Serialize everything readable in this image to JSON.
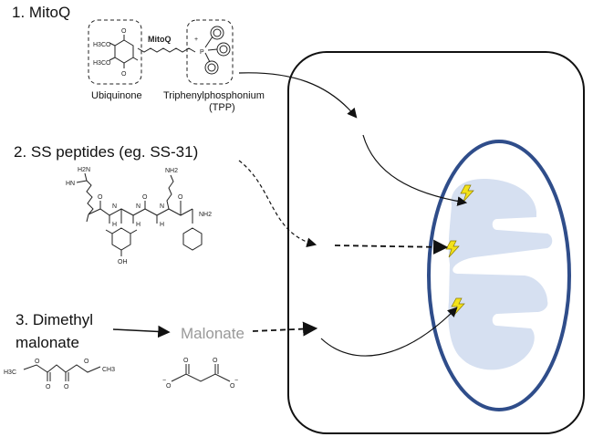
{
  "labels": {
    "mitoq_heading": "1. MitoQ",
    "mitoq_linker": "MitoQ",
    "ubiquinone": "Ubiquinone",
    "tpp_line1": "Triphenylphosphonium",
    "tpp_line2": "(TPP)",
    "ss_heading": "2. SS peptides (eg. SS-31)",
    "dm_line1": "3. Dimethyl",
    "dm_line2": "malonate",
    "malonate": "Malonate"
  },
  "chem_text": {
    "h3co_top": "H3CO",
    "h3co_bottom": "H3CO",
    "o_top": "O",
    "o_bottom": "O",
    "p_plus": "+",
    "p": "P",
    "nh2_top": "NH2",
    "nh2_right": "NH2",
    "h2n_left": "H2N",
    "nh_left": "HN",
    "oh": "OH",
    "o1": "O",
    "o2": "O",
    "o3": "O",
    "n1": "N",
    "n2": "N",
    "n3": "N",
    "h1": "H",
    "h2": "H",
    "h3": "H",
    "ester_h3c": "H3C",
    "ester_ch3": "CH3",
    "ester_o1": "O",
    "ester_o2": "O",
    "ester_o3": "O",
    "ester_o4": "O",
    "mal_o1": "O",
    "mal_o2": "O",
    "mal_o3": "O",
    "mal_o4": "O",
    "mal_minus1": "−",
    "mal_minus2": "−"
  },
  "colors": {
    "cell_outline": "#111111",
    "mito_outline": "#2f4d8a",
    "mito_fill": "#d6e0f1",
    "lightning": "#f3e21a",
    "malonate_text": "#999999",
    "arrow": "#111111"
  }
}
